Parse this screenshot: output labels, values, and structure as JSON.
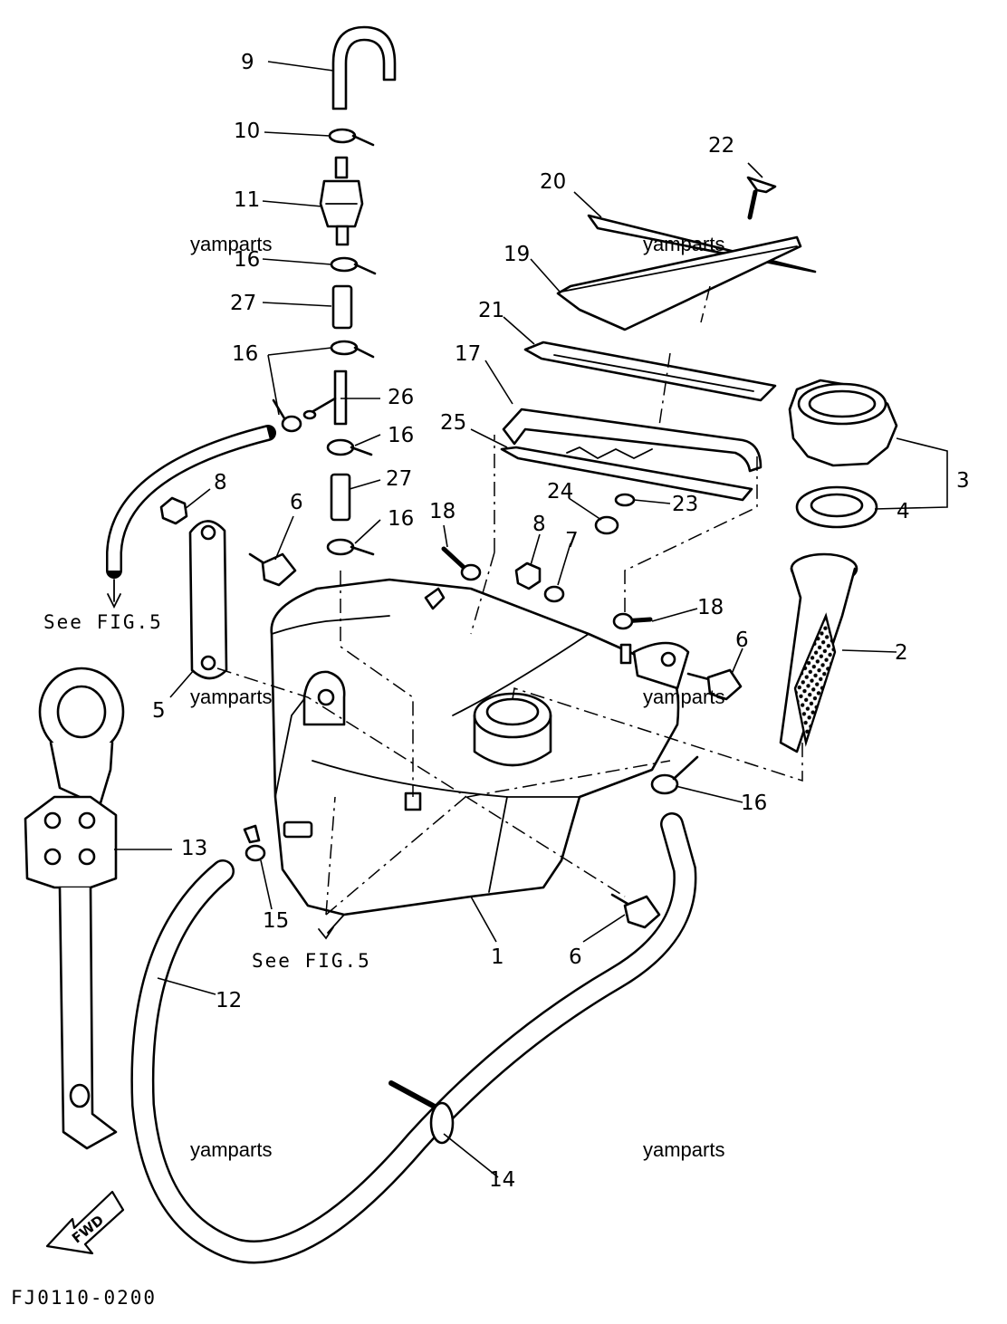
{
  "callouts": [
    {
      "id": "c9",
      "text": "9"
    },
    {
      "id": "c10",
      "text": "10"
    },
    {
      "id": "c11",
      "text": "11"
    },
    {
      "id": "c16a",
      "text": "16"
    },
    {
      "id": "c27a",
      "text": "27"
    },
    {
      "id": "c16b",
      "text": "16"
    },
    {
      "id": "c26",
      "text": "26"
    },
    {
      "id": "c16c",
      "text": "16"
    },
    {
      "id": "c27b",
      "text": "27"
    },
    {
      "id": "c16d",
      "text": "16"
    },
    {
      "id": "c8a",
      "text": "8"
    },
    {
      "id": "c6a",
      "text": "6"
    },
    {
      "id": "c5",
      "text": "5"
    },
    {
      "id": "c13",
      "text": "13"
    },
    {
      "id": "c15",
      "text": "15"
    },
    {
      "id": "c12",
      "text": "12"
    },
    {
      "id": "c14",
      "text": "14"
    },
    {
      "id": "c1",
      "text": "1"
    },
    {
      "id": "c6b",
      "text": "6"
    },
    {
      "id": "c22",
      "text": "22"
    },
    {
      "id": "c20",
      "text": "20"
    },
    {
      "id": "c19",
      "text": "19"
    },
    {
      "id": "c21",
      "text": "21"
    },
    {
      "id": "c17",
      "text": "17"
    },
    {
      "id": "c25",
      "text": "25"
    },
    {
      "id": "c24",
      "text": "24"
    },
    {
      "id": "c23",
      "text": "23"
    },
    {
      "id": "c18a",
      "text": "18"
    },
    {
      "id": "c8b",
      "text": "8"
    },
    {
      "id": "c7",
      "text": "7"
    },
    {
      "id": "c18b",
      "text": "18"
    },
    {
      "id": "c6c",
      "text": "6"
    },
    {
      "id": "c3",
      "text": "3"
    },
    {
      "id": "c4",
      "text": "4"
    },
    {
      "id": "c2",
      "text": "2"
    },
    {
      "id": "c16e",
      "text": "16"
    }
  ],
  "notes": {
    "see_fig_left": "See FIG.5",
    "see_fig_bottom": "See FIG.5"
  },
  "watermarks": [
    "yamparts",
    "yamparts",
    "yamparts",
    "yamparts",
    "yamparts",
    "yamparts"
  ],
  "direction_label": "FWD",
  "drawing_code": "FJ0110-0200"
}
